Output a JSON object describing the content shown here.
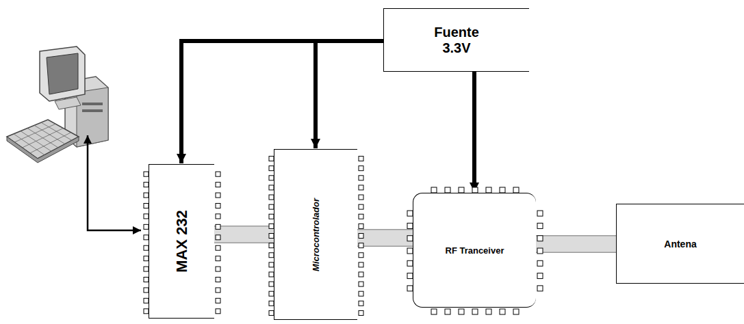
{
  "diagram": {
    "nodes": [
      {
        "text": [
          "Fuente 3.3V"
        ]
      },
      {
        "text": [
          "MAX 232"
        ]
      },
      {
        "text": [
          "Microcontrolador"
        ]
      },
      {
        "text": [
          "RF Tranceiver"
        ]
      },
      {
        "text": [
          "Antena"
        ]
      }
    ],
    "edges": [
      {
        "from": 0,
        "to": 1,
        "arrow": "to"
      },
      {
        "from": 0,
        "to": 2,
        "arrow": "to"
      },
      {
        "from": 0,
        "to": 3,
        "arrow": "to"
      },
      {
        "from": 1,
        "to": 2,
        "arrow": "none"
      },
      {
        "from": 2,
        "to": 3,
        "arrow": "none"
      },
      {
        "from": 3,
        "to": 4,
        "arrow": "none"
      }
    ]
  }
}
